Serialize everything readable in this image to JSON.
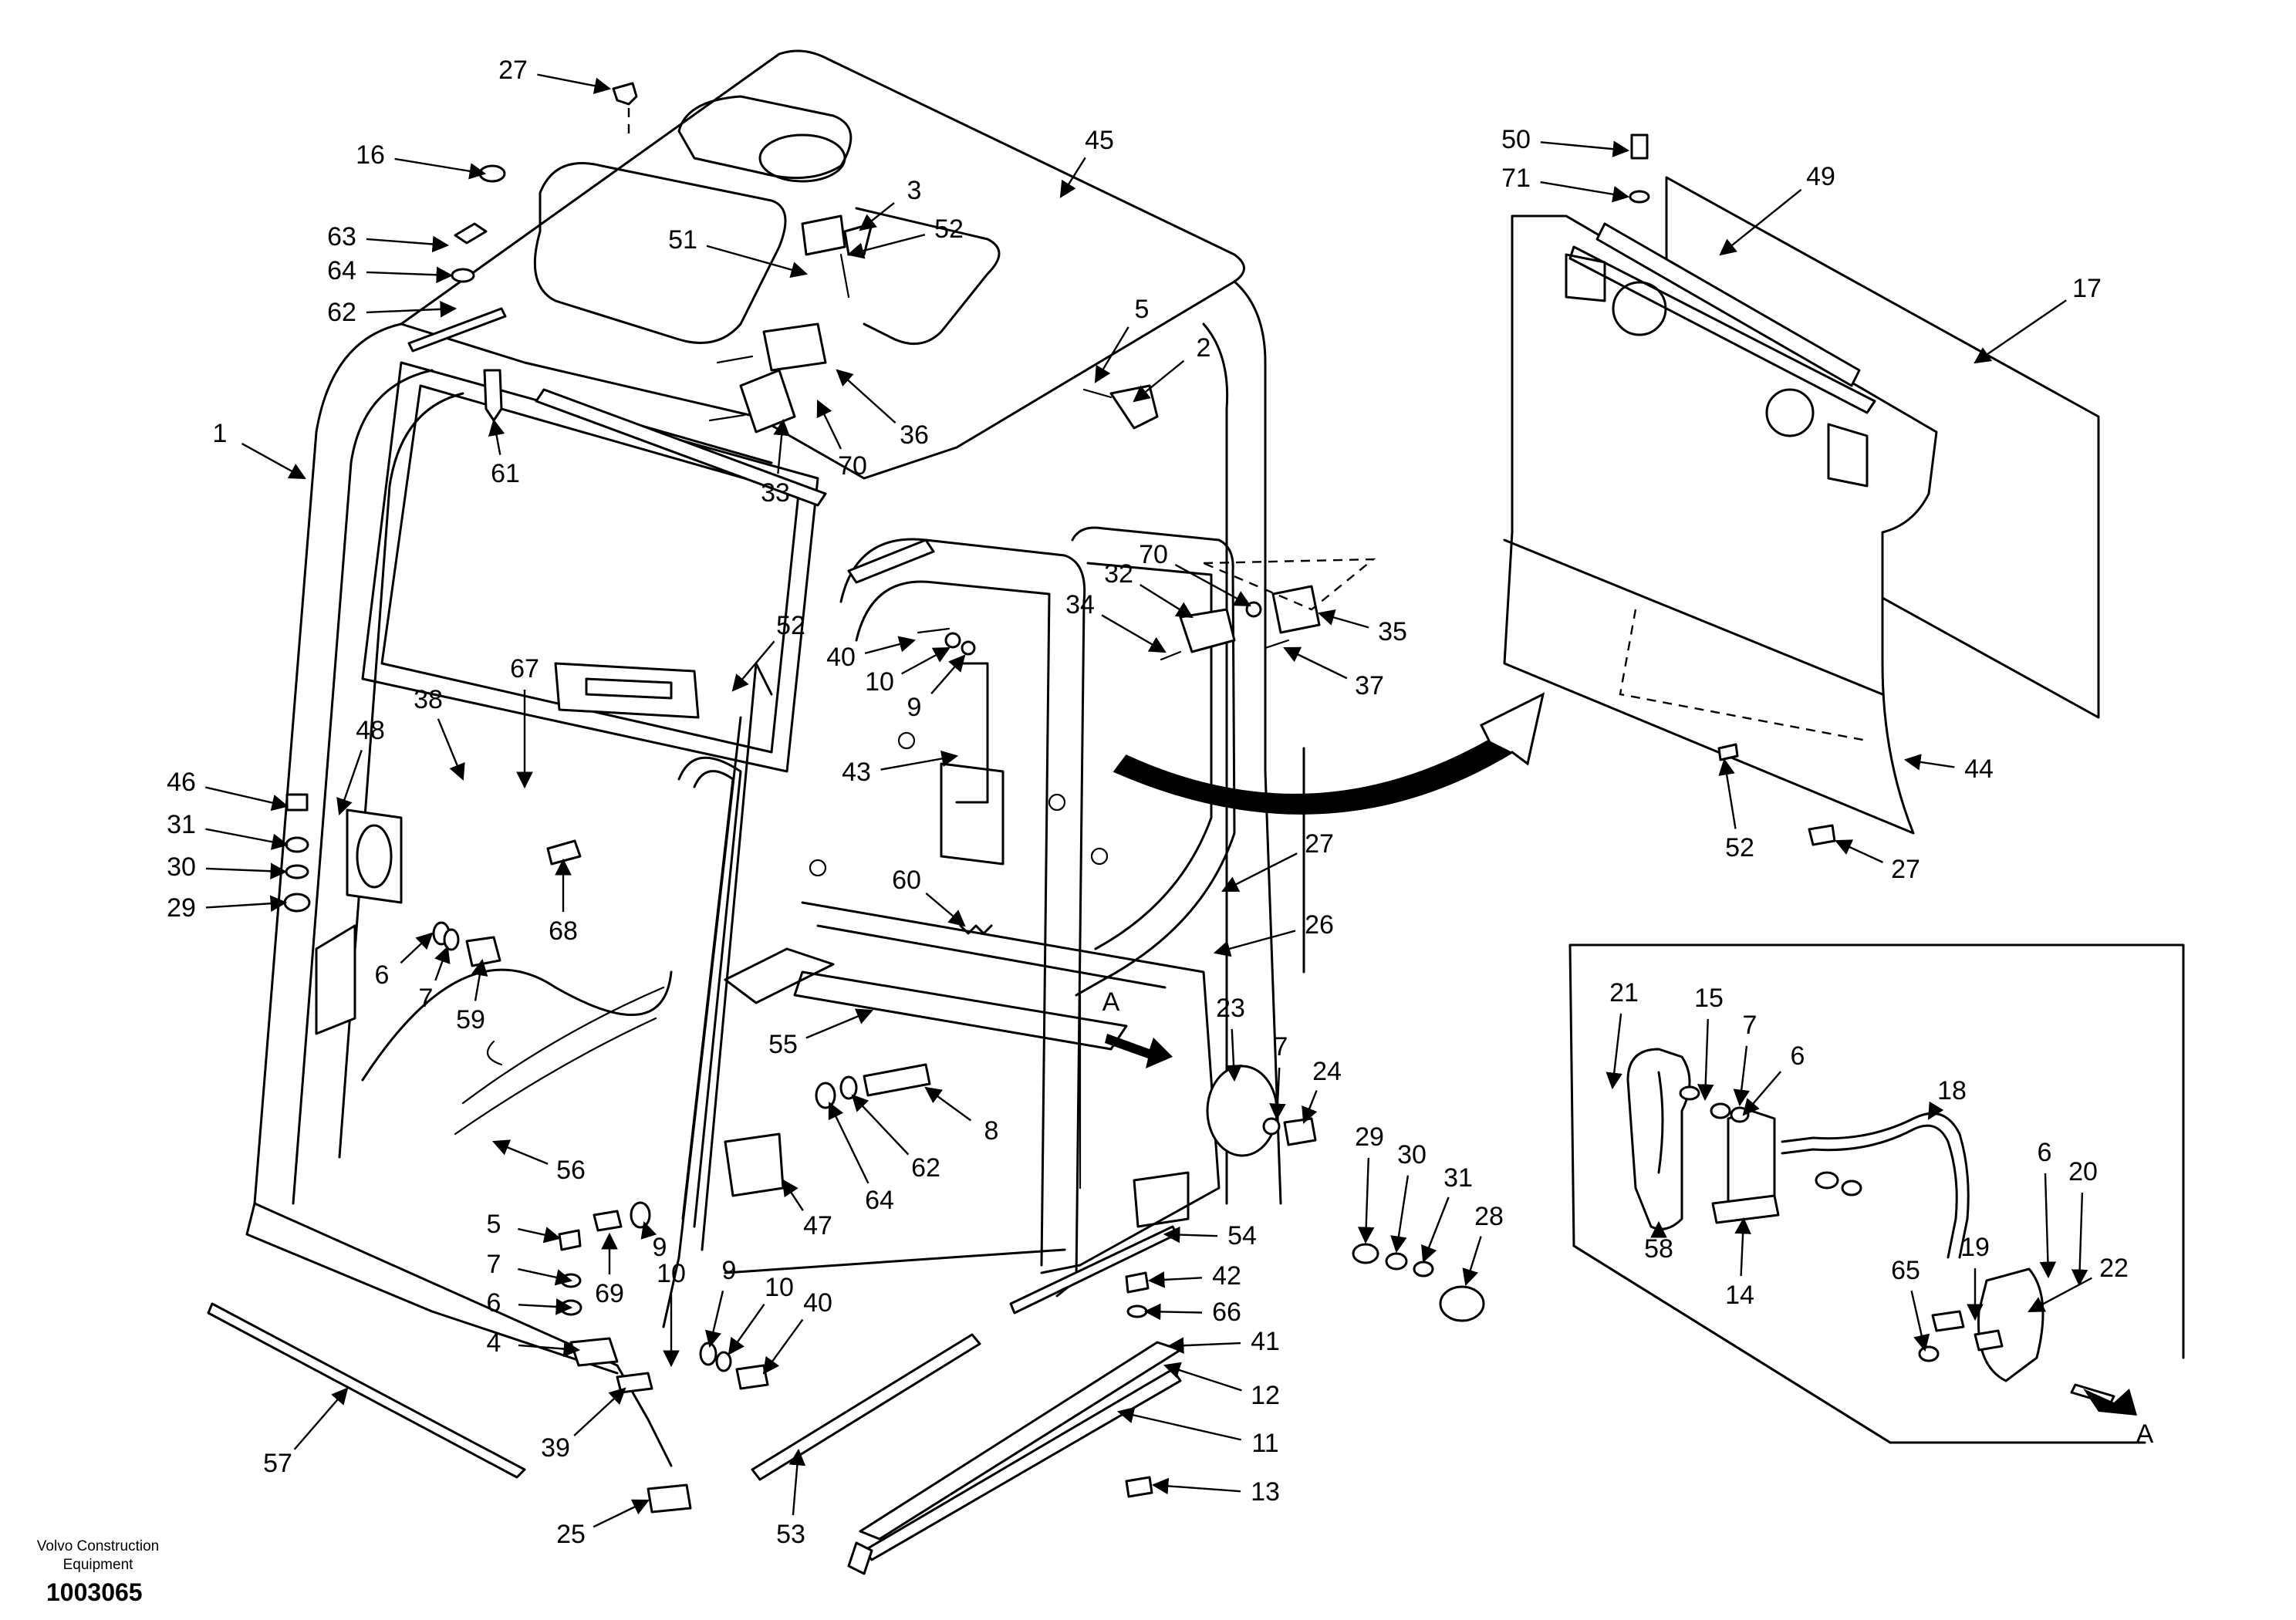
{
  "figure": {
    "company": "Volvo Construction Equipment",
    "drawing_number": "1003065",
    "view_label": "A"
  },
  "callouts": [
    {
      "id": "c27a",
      "text": "27"
    },
    {
      "id": "c16",
      "text": "16"
    },
    {
      "id": "c63",
      "text": "63"
    },
    {
      "id": "c64a",
      "text": "64"
    },
    {
      "id": "c62a",
      "text": "62"
    },
    {
      "id": "c61",
      "text": "61"
    },
    {
      "id": "c1",
      "text": "1"
    },
    {
      "id": "c45",
      "text": "45"
    },
    {
      "id": "c3",
      "text": "3"
    },
    {
      "id": "c51",
      "text": "51"
    },
    {
      "id": "c52a",
      "text": "52"
    },
    {
      "id": "c36",
      "text": "36"
    },
    {
      "id": "c33",
      "text": "33"
    },
    {
      "id": "c70a",
      "text": "70"
    },
    {
      "id": "c5a",
      "text": "5"
    },
    {
      "id": "c2",
      "text": "2"
    },
    {
      "id": "c50",
      "text": "50"
    },
    {
      "id": "c71",
      "text": "71"
    },
    {
      "id": "c49",
      "text": "49"
    },
    {
      "id": "c17",
      "text": "17"
    },
    {
      "id": "c70b",
      "text": "70"
    },
    {
      "id": "c32",
      "text": "32"
    },
    {
      "id": "c34",
      "text": "34"
    },
    {
      "id": "c35",
      "text": "35"
    },
    {
      "id": "c37",
      "text": "37"
    },
    {
      "id": "c52b",
      "text": "52"
    },
    {
      "id": "c40a",
      "text": "40"
    },
    {
      "id": "c10a",
      "text": "10"
    },
    {
      "id": "c9a",
      "text": "9"
    },
    {
      "id": "c43",
      "text": "43"
    },
    {
      "id": "c67",
      "text": "67"
    },
    {
      "id": "c38",
      "text": "38"
    },
    {
      "id": "c48",
      "text": "48"
    },
    {
      "id": "c46",
      "text": "46"
    },
    {
      "id": "c31a",
      "text": "31"
    },
    {
      "id": "c30a",
      "text": "30"
    },
    {
      "id": "c29a",
      "text": "29"
    },
    {
      "id": "c68",
      "text": "68"
    },
    {
      "id": "c6a",
      "text": "6"
    },
    {
      "id": "c7a",
      "text": "7"
    },
    {
      "id": "c59",
      "text": "59"
    },
    {
      "id": "c60",
      "text": "60"
    },
    {
      "id": "c27b",
      "text": "27"
    },
    {
      "id": "c26",
      "text": "26"
    },
    {
      "id": "c44",
      "text": "44"
    },
    {
      "id": "c52c",
      "text": "52"
    },
    {
      "id": "c27c",
      "text": "27"
    },
    {
      "id": "cA1",
      "text": "A"
    },
    {
      "id": "c23",
      "text": "23"
    },
    {
      "id": "c7b",
      "text": "7"
    },
    {
      "id": "c24",
      "text": "24"
    },
    {
      "id": "c55",
      "text": "55"
    },
    {
      "id": "c8",
      "text": "8"
    },
    {
      "id": "c62b",
      "text": "62"
    },
    {
      "id": "c64b",
      "text": "64"
    },
    {
      "id": "c47",
      "text": "47"
    },
    {
      "id": "c56",
      "text": "56"
    },
    {
      "id": "c9b",
      "text": "9"
    },
    {
      "id": "c69",
      "text": "69"
    },
    {
      "id": "c5b",
      "text": "5"
    },
    {
      "id": "c7c",
      "text": "7"
    },
    {
      "id": "c6b",
      "text": "6"
    },
    {
      "id": "c4",
      "text": "4"
    },
    {
      "id": "c10b",
      "text": "10"
    },
    {
      "id": "c9c",
      "text": "9"
    },
    {
      "id": "c10c",
      "text": "10"
    },
    {
      "id": "c40b",
      "text": "40"
    },
    {
      "id": "c39",
      "text": "39"
    },
    {
      "id": "c57",
      "text": "57"
    },
    {
      "id": "c25",
      "text": "25"
    },
    {
      "id": "c53",
      "text": "53"
    },
    {
      "id": "c54",
      "text": "54"
    },
    {
      "id": "c42",
      "text": "42"
    },
    {
      "id": "c66",
      "text": "66"
    },
    {
      "id": "c41",
      "text": "41"
    },
    {
      "id": "c12",
      "text": "12"
    },
    {
      "id": "c11",
      "text": "11"
    },
    {
      "id": "c13",
      "text": "13"
    },
    {
      "id": "c29b",
      "text": "29"
    },
    {
      "id": "c30b",
      "text": "30"
    },
    {
      "id": "c31b",
      "text": "31"
    },
    {
      "id": "c28",
      "text": "28"
    },
    {
      "id": "c21",
      "text": "21"
    },
    {
      "id": "c15",
      "text": "15"
    },
    {
      "id": "c7d",
      "text": "7"
    },
    {
      "id": "c6c",
      "text": "6"
    },
    {
      "id": "c18",
      "text": "18"
    },
    {
      "id": "c58",
      "text": "58"
    },
    {
      "id": "c14",
      "text": "14"
    },
    {
      "id": "c6d",
      "text": "6"
    },
    {
      "id": "c20",
      "text": "20"
    },
    {
      "id": "c19",
      "text": "19"
    },
    {
      "id": "c65",
      "text": "65"
    },
    {
      "id": "c22",
      "text": "22"
    },
    {
      "id": "cA2",
      "text": "A"
    }
  ]
}
